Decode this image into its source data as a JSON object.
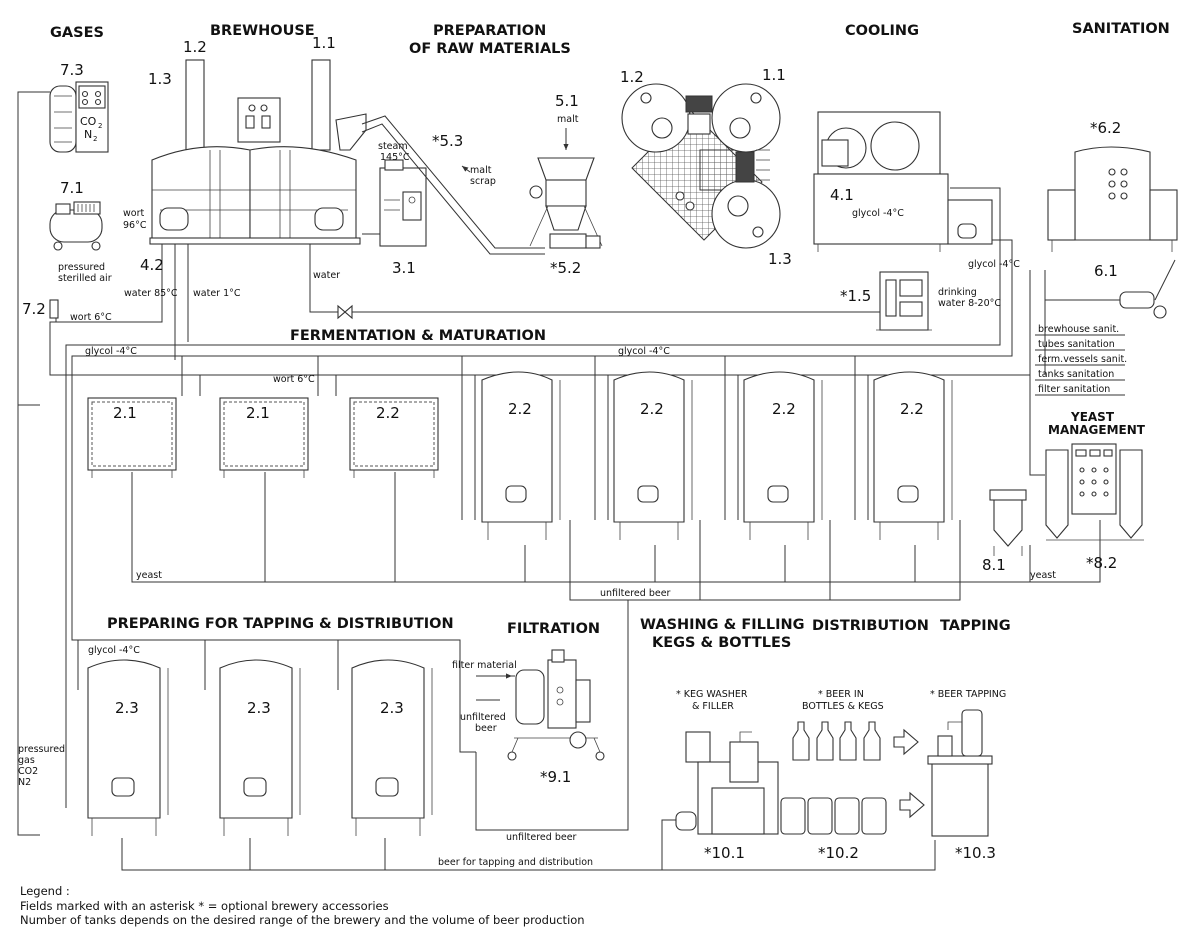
{
  "sections": {
    "gases": "GASES",
    "brewhouse": "BREWHOUSE",
    "raw_materials_1": "PREPARATION",
    "raw_materials_2": "OF RAW MATERIALS",
    "cooling": "COOLING",
    "sanitation": "SANITATION",
    "fermentation": "FERMENTATION & MATURATION",
    "yeast_1": "YEAST",
    "yeast_2": "MANAGEMENT",
    "tapping_prep": "PREPARING FOR TAPPING & DISTRIBUTION",
    "filtration": "FILTRATION",
    "washing_1": "WASHING & FILLING",
    "washing_2": "KEGS & BOTTLES",
    "distribution": "DISTRIBUTION",
    "tapping": "TAPPING"
  },
  "numbers": {
    "bh_12": "1.2",
    "bh_11": "1.1",
    "bh_13": "1.3",
    "g73": "7.3",
    "g71": "7.1",
    "g72": "7.2",
    "n42": "4.2",
    "n31": "3.1",
    "n53": "*5.3",
    "n51": "5.1",
    "n52": "*5.2",
    "rm_12": "1.2",
    "rm_11": "1.1",
    "rm_13": "1.3",
    "n41": "4.1",
    "n15": "*1.5",
    "n62": "*6.2",
    "n61": "6.1",
    "f1": "2.1",
    "f2": "2.1",
    "f3": "2.2",
    "f4": "2.2",
    "f5": "2.2",
    "f6": "2.2",
    "f7": "2.2",
    "n81": "8.1",
    "n82": "*8.2",
    "t1": "2.3",
    "t2": "2.3",
    "t3": "2.3",
    "n91": "*9.1",
    "n101": "*10.1",
    "n102": "*10.2",
    "n103": "*10.3"
  },
  "labels": {
    "co": "CO",
    "co_sub": "2",
    "n": "N",
    "n_sub": "2",
    "wort96_1": "wort",
    "wort96_2": "96°C",
    "steam_1": "steam",
    "steam_2": "145°C",
    "malt_scrap_1": "malt",
    "malt_scrap_2": "scrap",
    "malt": "malt",
    "glycol_41": "glycol -4°C",
    "pressured_air_1": "pressured",
    "pressured_air_2": "sterilled air",
    "water": "water",
    "water85": "water 85°C",
    "water1": "water 1°C",
    "wort6_a": "wort 6°C",
    "glycol_r": "glycol -4°C",
    "drinking_1": "drinking",
    "drinking_2": "water 8-20°C",
    "glycol_f1": "glycol -4°C",
    "glycol_f2": "glycol -4°C",
    "wort6_b": "wort 6°C",
    "yeast_a": "yeast",
    "yeast_b": "yeast",
    "unfiltered_a": "unfiltered beer",
    "glycol_t": "glycol -4°C",
    "filter_material": "filter material",
    "unfiltered_c1": "unfiltered",
    "unfiltered_c2": "beer",
    "unfiltered_b": "unfiltered beer",
    "beer_tap_dist": "beer for tapping and distribution",
    "pressured_gas_1": "pressured",
    "pressured_gas_2": "gas",
    "pressured_gas_3": "CO2",
    "pressured_gas_4": "N2",
    "keg_1": "* KEG WASHER",
    "keg_2": "& FILLER",
    "bottles_1": "* BEER IN",
    "bottles_2": "BOTTLES & KEGS",
    "beer_tapping": "* BEER TAPPING"
  },
  "sanitation_items": [
    "brewhouse sanit.",
    "tubes sanitation",
    "ferm.vessels sanit.",
    "tanks sanitation",
    "filter sanitation"
  ],
  "legend": {
    "title": "Legend :",
    "line1": "Fields marked with an asterisk * = optional brewery accessories",
    "line2": "Number of tanks depends on the desired range of the brewery and the volume of beer production"
  }
}
